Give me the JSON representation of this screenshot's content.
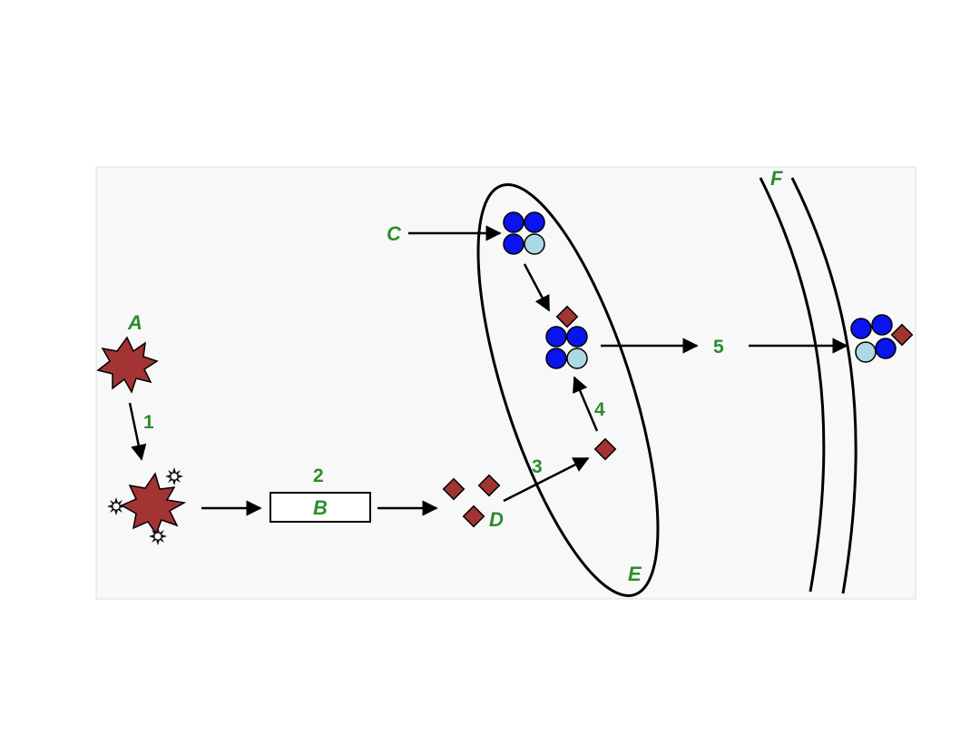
{
  "labels": {
    "A": "A",
    "B": "B",
    "C": "C",
    "D": "D",
    "E": "E",
    "F": "F"
  },
  "steps": {
    "s1": "1",
    "s2": "2",
    "s3": "3",
    "s4": "4",
    "s5": "5"
  },
  "colors": {
    "panel_bg": "#f8f8f8",
    "label_green": "#2e8b2e",
    "star_red": "#a33434",
    "diamond_red": "#a33434",
    "dark_blue": "#0a14ee",
    "light_blue": "#add8e6",
    "stroke": "#000000"
  }
}
